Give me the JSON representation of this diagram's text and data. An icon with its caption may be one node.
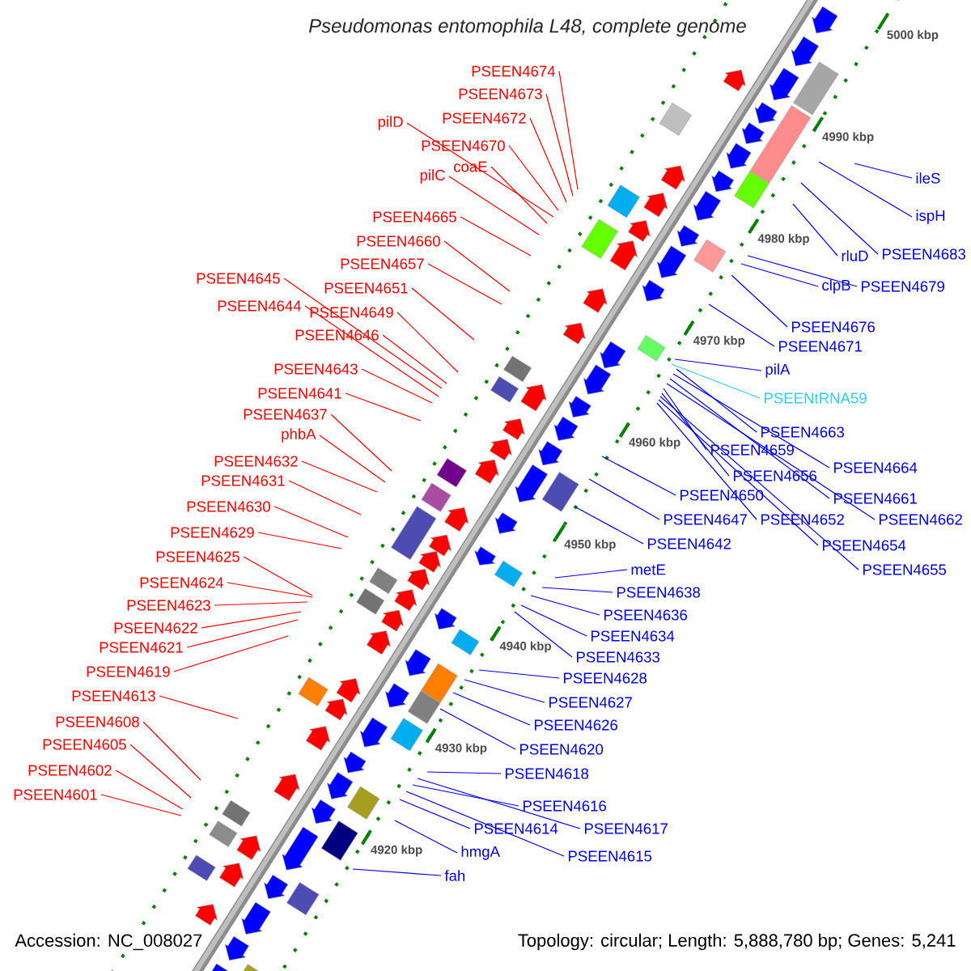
{
  "diagram": {
    "title": "Pseudomonas entomophila L48, complete genome",
    "nodes": [
      {
        "text": [
          "PSEEN4674"
        ]
      },
      {
        "text": [
          "PSEEN4673"
        ]
      },
      {
        "text": [
          "PSEEN4672"
        ]
      },
      {
        "text": [
          "pilD"
        ]
      },
      {
        "text": [
          "PSEEN4670"
        ]
      },
      {
        "text": [
          "coaE"
        ]
      },
      {
        "text": [
          "pilC"
        ]
      },
      {
        "text": [
          "PSEEN4665"
        ]
      },
      {
        "text": [
          "PSEEN4660"
        ]
      },
      {
        "text": [
          "PSEEN4657"
        ]
      },
      {
        "text": [
          "PSEEN4645"
        ]
      },
      {
        "text": [
          "PSEEN4651"
        ]
      },
      {
        "text": [
          "PSEEN4644"
        ]
      },
      {
        "text": [
          "PSEEN4649"
        ]
      },
      {
        "text": [
          "PSEEN4646"
        ]
      },
      {
        "text": [
          "PSEEN4643"
        ]
      },
      {
        "text": [
          "PSEEN4641"
        ]
      },
      {
        "text": [
          "PSEEN4637"
        ]
      },
      {
        "text": [
          "phbA"
        ]
      },
      {
        "text": [
          "PSEEN4632"
        ]
      },
      {
        "text": [
          "PSEEN4631"
        ]
      },
      {
        "text": [
          "PSEEN4630"
        ]
      },
      {
        "text": [
          "PSEEN4629"
        ]
      },
      {
        "text": [
          "PSEEN4625"
        ]
      },
      {
        "text": [
          "PSEEN4624"
        ]
      },
      {
        "text": [
          "PSEEN4623"
        ]
      },
      {
        "text": [
          "PSEEN4622"
        ]
      },
      {
        "text": [
          "PSEEN4621"
        ]
      },
      {
        "text": [
          "PSEEN4619"
        ]
      },
      {
        "text": [
          "PSEEN4613"
        ]
      },
      {
        "text": [
          "PSEEN4608"
        ]
      },
      {
        "text": [
          "PSEEN4605"
        ]
      },
      {
        "text": [
          "PSEEN4602"
        ]
      },
      {
        "text": [
          "PSEEN4601"
        ]
      },
      {
        "text": [
          "ileS"
        ]
      },
      {
        "text": [
          "ispH"
        ]
      },
      {
        "text": [
          "rluD"
        ]
      },
      {
        "text": [
          "PSEEN4683"
        ]
      },
      {
        "text": [
          "clpB"
        ]
      },
      {
        "text": [
          "PSEEN4679"
        ]
      },
      {
        "text": [
          "PSEEN4676"
        ]
      },
      {
        "text": [
          "PSEEN4671"
        ]
      },
      {
        "text": [
          "pilA"
        ]
      },
      {
        "text": [
          "PSEENtRNA59"
        ]
      },
      {
        "text": [
          "PSEEN4663"
        ]
      },
      {
        "text": [
          "PSEEN4659"
        ]
      },
      {
        "text": [
          "PSEEN4664"
        ]
      },
      {
        "text": [
          "PSEEN4656"
        ]
      },
      {
        "text": [
          "PSEEN4650"
        ]
      },
      {
        "text": [
          "PSEEN4661"
        ]
      },
      {
        "text": [
          "PSEEN4647"
        ]
      },
      {
        "text": [
          "PSEEN4652"
        ]
      },
      {
        "text": [
          "PSEEN4662"
        ]
      },
      {
        "text": [
          "PSEEN4642"
        ]
      },
      {
        "text": [
          "PSEEN4654"
        ]
      },
      {
        "text": [
          "metE"
        ]
      },
      {
        "text": [
          "PSEEN4655"
        ]
      },
      {
        "text": [
          "PSEEN4638"
        ]
      },
      {
        "text": [
          "PSEEN4636"
        ]
      },
      {
        "text": [
          "PSEEN4634"
        ]
      },
      {
        "text": [
          "PSEEN4633"
        ]
      },
      {
        "text": [
          "PSEEN4628"
        ]
      },
      {
        "text": [
          "PSEEN4627"
        ]
      },
      {
        "text": [
          "PSEEN4626"
        ]
      },
      {
        "text": [
          "PSEEN4620"
        ]
      },
      {
        "text": [
          "PSEEN4618"
        ]
      },
      {
        "text": [
          "PSEEN4616"
        ]
      },
      {
        "text": [
          "PSEEN4614"
        ]
      },
      {
        "text": [
          "PSEEN4617"
        ]
      },
      {
        "text": [
          "hmgA"
        ]
      },
      {
        "text": [
          "PSEEN4615"
        ]
      },
      {
        "text": [
          "fah"
        ]
      }
    ],
    "edges": [
      {
        "from": 0,
        "to": null,
        "arrow": "none",
        "color": "#ff0000"
      },
      {
        "from": 1,
        "to": null,
        "arrow": "none",
        "color": "#ff0000"
      },
      {
        "from": 2,
        "to": null,
        "arrow": "none",
        "color": "#ff0000"
      },
      {
        "from": 3,
        "to": null,
        "arrow": "none",
        "color": "#ff0000"
      },
      {
        "from": 4,
        "to": null,
        "arrow": "none",
        "color": "#ff0000"
      },
      {
        "from": 5,
        "to": null,
        "arrow": "none",
        "color": "#ff0000"
      },
      {
        "from": 6,
        "to": null,
        "arrow": "none",
        "color": "#ff0000"
      },
      {
        "from": 7,
        "to": null,
        "arrow": "none",
        "color": "#ff0000"
      },
      {
        "from": 8,
        "to": null,
        "arrow": "none",
        "color": "#ff0000"
      },
      {
        "from": 9,
        "to": null,
        "arrow": "none",
        "color": "#ff0000"
      },
      {
        "from": 10,
        "to": null,
        "arrow": "none",
        "color": "#ff0000"
      },
      {
        "from": 11,
        "to": null,
        "arrow": "none",
        "color": "#ff0000"
      },
      {
        "from": 12,
        "to": null,
        "arrow": "none",
        "color": "#ff0000"
      },
      {
        "from": 13,
        "to": null,
        "arrow": "none",
        "color": "#ff0000"
      },
      {
        "from": 14,
        "to": null,
        "arrow": "none",
        "color": "#ff0000"
      },
      {
        "from": 15,
        "to": null,
        "arrow": "none",
        "color": "#ff0000"
      },
      {
        "from": 16,
        "to": null,
        "arrow": "none",
        "color": "#ff0000"
      },
      {
        "from": 17,
        "to": null,
        "arrow": "none",
        "color": "#ff0000"
      },
      {
        "from": 18,
        "to": null,
        "arrow": "none",
        "color": "#ff0000"
      },
      {
        "from": 19,
        "to": null,
        "arrow": "none",
        "color": "#ff0000"
      },
      {
        "from": 20,
        "to": null,
        "arrow": "none",
        "color": "#ff0000"
      },
      {
        "from": 21,
        "to": null,
        "arrow": "none",
        "color": "#ff0000"
      },
      {
        "from": 22,
        "to": null,
        "arrow": "none",
        "color": "#ff0000"
      },
      {
        "from": 23,
        "to": null,
        "arrow": "none",
        "color": "#ff0000"
      },
      {
        "from": 24,
        "to": null,
        "arrow": "none",
        "color": "#ff0000"
      },
      {
        "from": 25,
        "to": null,
        "arrow": "none",
        "color": "#ff0000"
      },
      {
        "from": 26,
        "to": null,
        "arrow": "none",
        "color": "#ff0000"
      },
      {
        "from": 27,
        "to": null,
        "arrow": "none",
        "color": "#ff0000"
      },
      {
        "from": 28,
        "to": null,
        "arrow": "none",
        "color": "#ff0000"
      },
      {
        "from": 29,
        "to": null,
        "arrow": "none",
        "color": "#ff0000"
      },
      {
        "from": 30,
        "to": null,
        "arrow": "none",
        "color": "#ff0000"
      },
      {
        "from": 31,
        "to": null,
        "arrow": "none",
        "color": "#ff0000"
      },
      {
        "from": 32,
        "to": null,
        "arrow": "none",
        "color": "#ff0000"
      },
      {
        "from": 33,
        "to": null,
        "arrow": "none",
        "color": "#ff0000"
      },
      {
        "from": 34,
        "to": null,
        "arrow": "none"
      },
      {
        "from": 35,
        "to": null,
        "arrow": "none"
      },
      {
        "from": 36,
        "to": null,
        "arrow": "none"
      },
      {
        "from": 37,
        "to": null,
        "arrow": "none"
      },
      {
        "from": 38,
        "to": null,
        "arrow": "none"
      },
      {
        "from": 39,
        "to": null,
        "arrow": "none"
      },
      {
        "from": 40,
        "to": null,
        "arrow": "none"
      },
      {
        "from": 41,
        "to": null,
        "arrow": "none"
      },
      {
        "from": 42,
        "to": null,
        "arrow": "none"
      },
      {
        "from": 43,
        "to": null,
        "arrow": "none",
        "color": "#33ccff"
      },
      {
        "from": 44,
        "to": null,
        "arrow": "none"
      },
      {
        "from": 45,
        "to": null,
        "arrow": "none"
      },
      {
        "from": 46,
        "to": null,
        "arrow": "none"
      },
      {
        "from": 47,
        "to": null,
        "arrow": "none"
      },
      {
        "from": 48,
        "to": null,
        "arrow": "none"
      },
      {
        "from": 49,
        "to": null,
        "arrow": "none"
      },
      {
        "from": 50,
        "to": null,
        "arrow": "none"
      },
      {
        "from": 51,
        "to": null,
        "arrow": "none"
      },
      {
        "from": 52,
        "to": null,
        "arrow": "none"
      },
      {
        "from": 53,
        "to": null,
        "arrow": "none"
      },
      {
        "from": 54,
        "to": null,
        "arrow": "none"
      },
      {
        "from": 55,
        "to": null,
        "arrow": "none"
      },
      {
        "from": 56,
        "to": null,
        "arrow": "none"
      },
      {
        "from": 57,
        "to": null,
        "arrow": "none"
      },
      {
        "from": 58,
        "to": null,
        "arrow": "none"
      },
      {
        "from": 59,
        "to": null,
        "arrow": "none"
      },
      {
        "from": 60,
        "to": null,
        "arrow": "none"
      },
      {
        "from": 61,
        "to": null,
        "arrow": "none"
      },
      {
        "from": 62,
        "to": null,
        "arrow": "none"
      },
      {
        "from": 63,
        "to": null,
        "arrow": "none"
      },
      {
        "from": 64,
        "to": null,
        "arrow": "none"
      },
      {
        "from": 65,
        "to": null,
        "arrow": "none"
      },
      {
        "from": 66,
        "to": null,
        "arrow": "none"
      },
      {
        "from": 67,
        "to": null,
        "arrow": "none"
      },
      {
        "from": 68,
        "to": null,
        "arrow": "none"
      },
      {
        "from": 69,
        "to": null,
        "arrow": "none"
      },
      {
        "from": 70,
        "to": null,
        "arrow": "none"
      },
      {
        "from": 71,
        "to": null,
        "arrow": "none"
      }
    ],
    "labels": [
      "5000 kbp",
      "4990 kbp",
      "4980 kbp",
      "4970 kbp",
      "4960 kbp",
      "4950 kbp",
      "4940 kbp",
      "4930 kbp",
      "4920 kbp",
      "Accession: NC_008027",
      "Topology: circular; Length: 5,888,780 bp; Genes: 5,241"
    ]
  }
}
